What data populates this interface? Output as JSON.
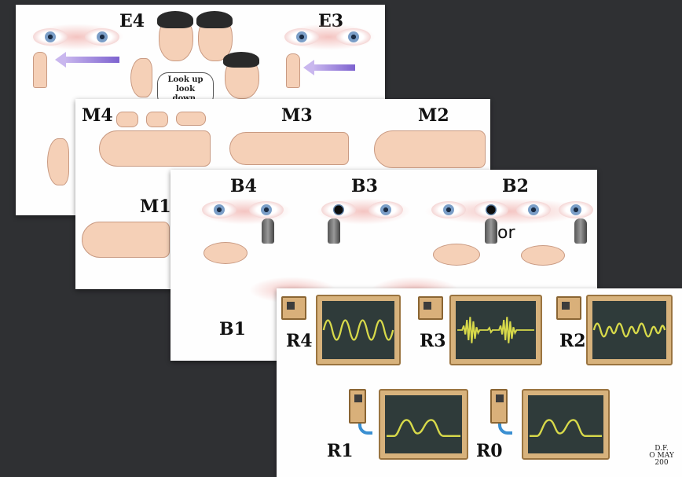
{
  "card_e": {
    "label_e4": "E4",
    "label_e3": "E3",
    "speech_line1": "Look up",
    "speech_line2": "look down,"
  },
  "card_m": {
    "label_m4": "M4",
    "label_m3": "M3",
    "label_m2": "M2",
    "label_m1": "M1"
  },
  "card_b": {
    "label_b4": "B4",
    "label_b3": "B3",
    "label_b2": "B2",
    "label_b1": "B1",
    "or_text": "or"
  },
  "card_r": {
    "label_r4": "R4",
    "label_r3": "R3",
    "label_r2": "R2",
    "label_r1": "R1",
    "label_r0": "R0",
    "credit_line1": "D.F.",
    "credit_line2": "O MAY",
    "credit_line3": "200"
  },
  "colors": {
    "background": "#2f3033",
    "waveform": "#d7d94a",
    "monitor_frame": "#d7b27c",
    "screen": "#2f3b3a"
  }
}
